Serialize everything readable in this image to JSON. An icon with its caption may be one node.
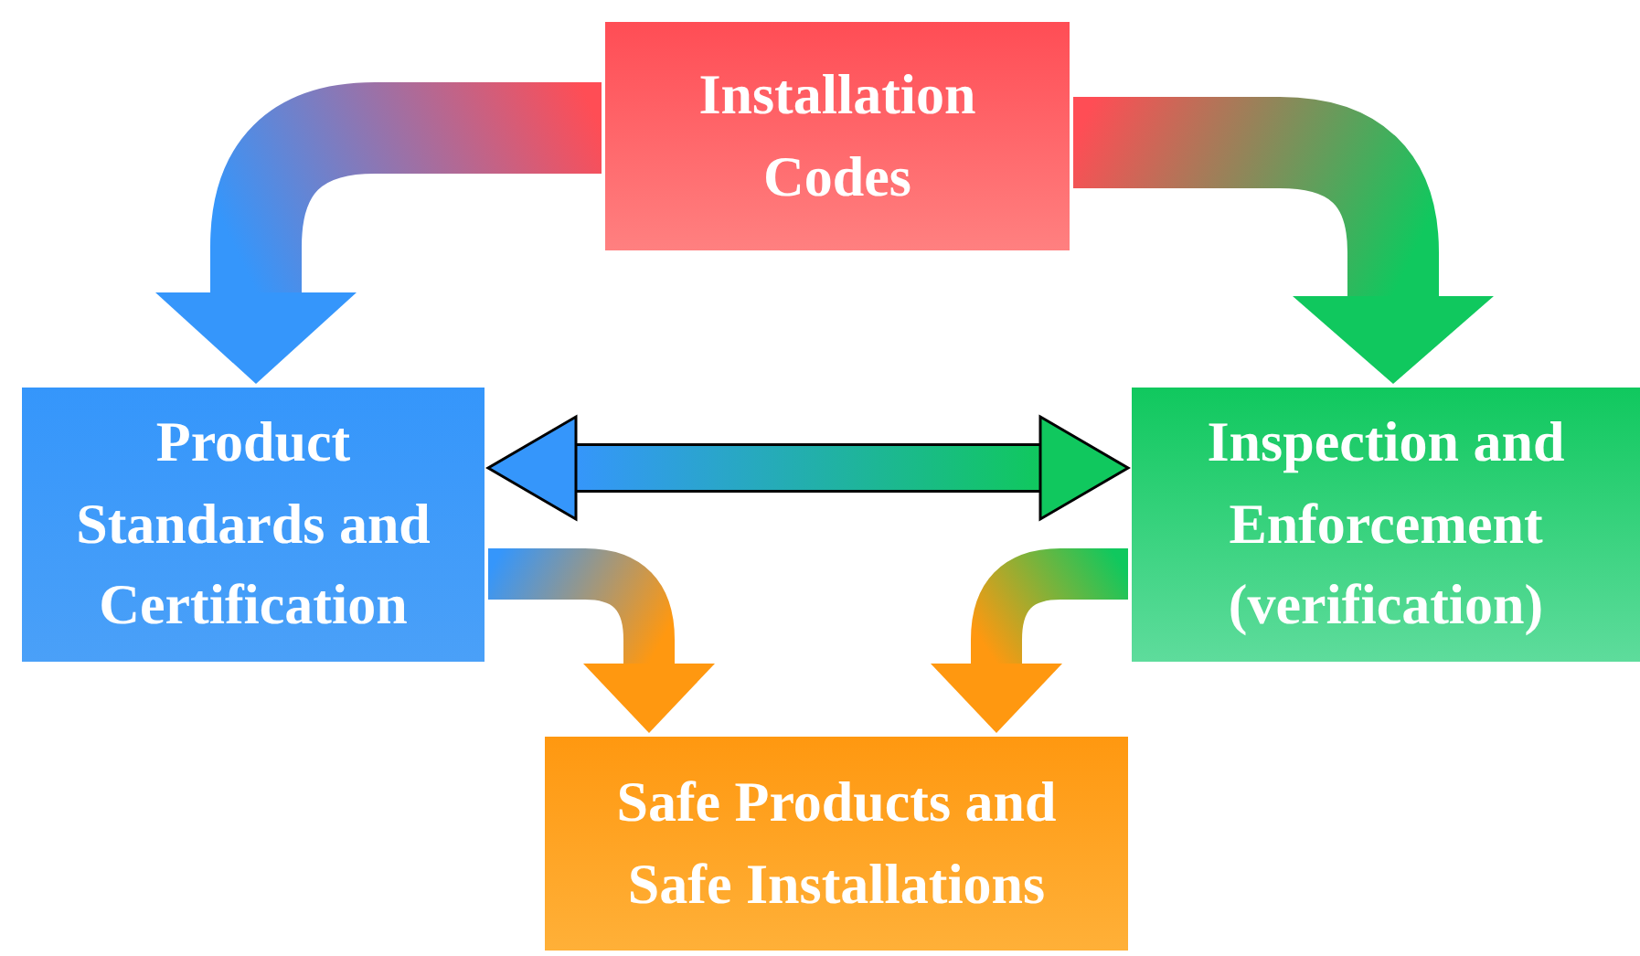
{
  "diagram": {
    "nodes": [
      {
        "text": [
          "Installation Codes"
        ]
      },
      {
        "text": [
          "Product Standards and Certification"
        ]
      },
      {
        "text": [
          "Inspection and Enforcement (verification)"
        ]
      },
      {
        "text": [
          "Safe Products and Safe Installations"
        ]
      }
    ],
    "edges": [
      {
        "from": 0,
        "to": 1,
        "arrow": "to"
      },
      {
        "from": 0,
        "to": 2,
        "arrow": "to"
      },
      {
        "from": 1,
        "to": 2,
        "arrow": "both"
      },
      {
        "from": 1,
        "to": 3,
        "arrow": "to"
      },
      {
        "from": 2,
        "to": 3,
        "arrow": "to"
      }
    ]
  }
}
